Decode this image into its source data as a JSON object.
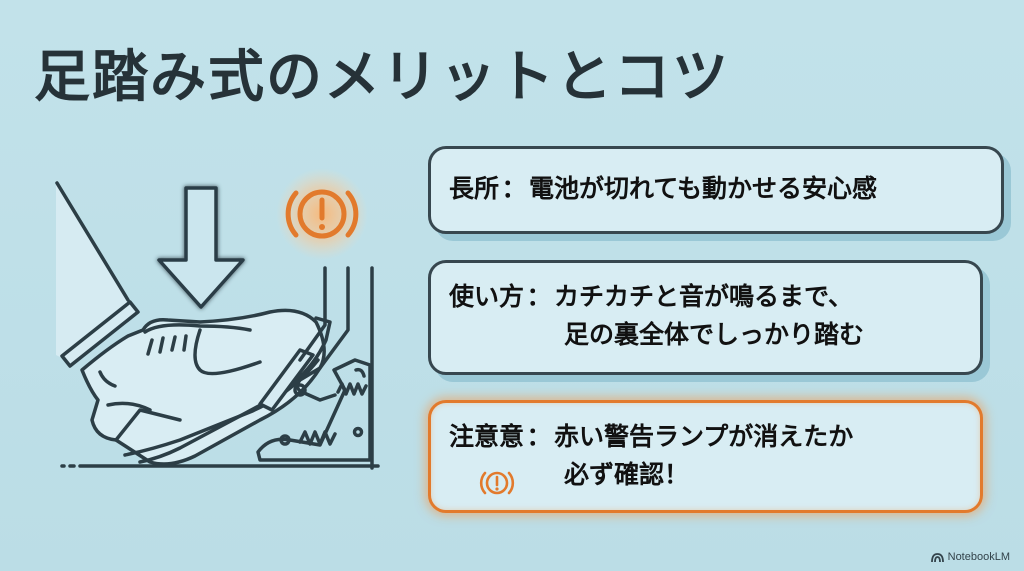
{
  "slide": {
    "title": "足踏み式のメリットとコツ",
    "background_color": "#bfe0e8",
    "text_color": "#263238",
    "accent_color": "#e27a2c"
  },
  "illustration": {
    "description": "Foot in shoe pressing down on a parking brake pedal with springs, down arrow above, glowing orange brake warning lamp",
    "icons": [
      "down-arrow-icon",
      "brake-warning-lamp-icon",
      "shoe-icon",
      "pedal-icon",
      "spring-icon"
    ]
  },
  "cards": [
    {
      "label": "長所",
      "separator": "：",
      "lines": [
        "電池が切れても動かせる安心感"
      ],
      "style": "normal"
    },
    {
      "label": "使い方",
      "separator": "：",
      "lines": [
        "カチカチと音が鳴るまで、",
        "足の裏全体でしっかり踏む"
      ],
      "style": "normal"
    },
    {
      "label": "注意意",
      "separator": "：",
      "lines": [
        "赤い警告ランプが消えたか",
        "必ず確認！"
      ],
      "style": "warning",
      "icon": "brake-warning-lamp-icon"
    }
  ],
  "branding": {
    "label": "NotebookLM",
    "icon": "notebooklm-logo-icon"
  }
}
